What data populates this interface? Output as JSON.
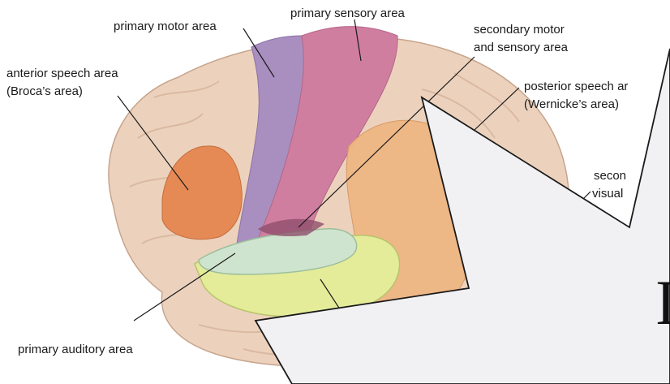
{
  "labels": {
    "primary_motor": "primary motor area",
    "primary_sensory": "primary sensory area",
    "secondary_motor_1": "secondary motor",
    "secondary_motor_2": "and sensory area",
    "anterior_speech_1": "anterior speech area",
    "anterior_speech_2": "(Broca’s area)",
    "posterior_speech_1": "posterior speech ar",
    "posterior_speech_2": "(Wernicke’s area)",
    "secondary_visual_1": "secon",
    "secondary_visual_2": "visual",
    "primary_auditory": "primary auditory area",
    "overlay_char": "I"
  },
  "colors": {
    "brain_base": "#ecd2bd",
    "motor": "#a88fbf",
    "sensory": "#d07ea0",
    "broca": "#e58a55",
    "wernicke": "#efb684",
    "auditory": "#cfe4cf",
    "temporal_yellow": "#e4ec9a",
    "callout": "#f1f1f3"
  }
}
